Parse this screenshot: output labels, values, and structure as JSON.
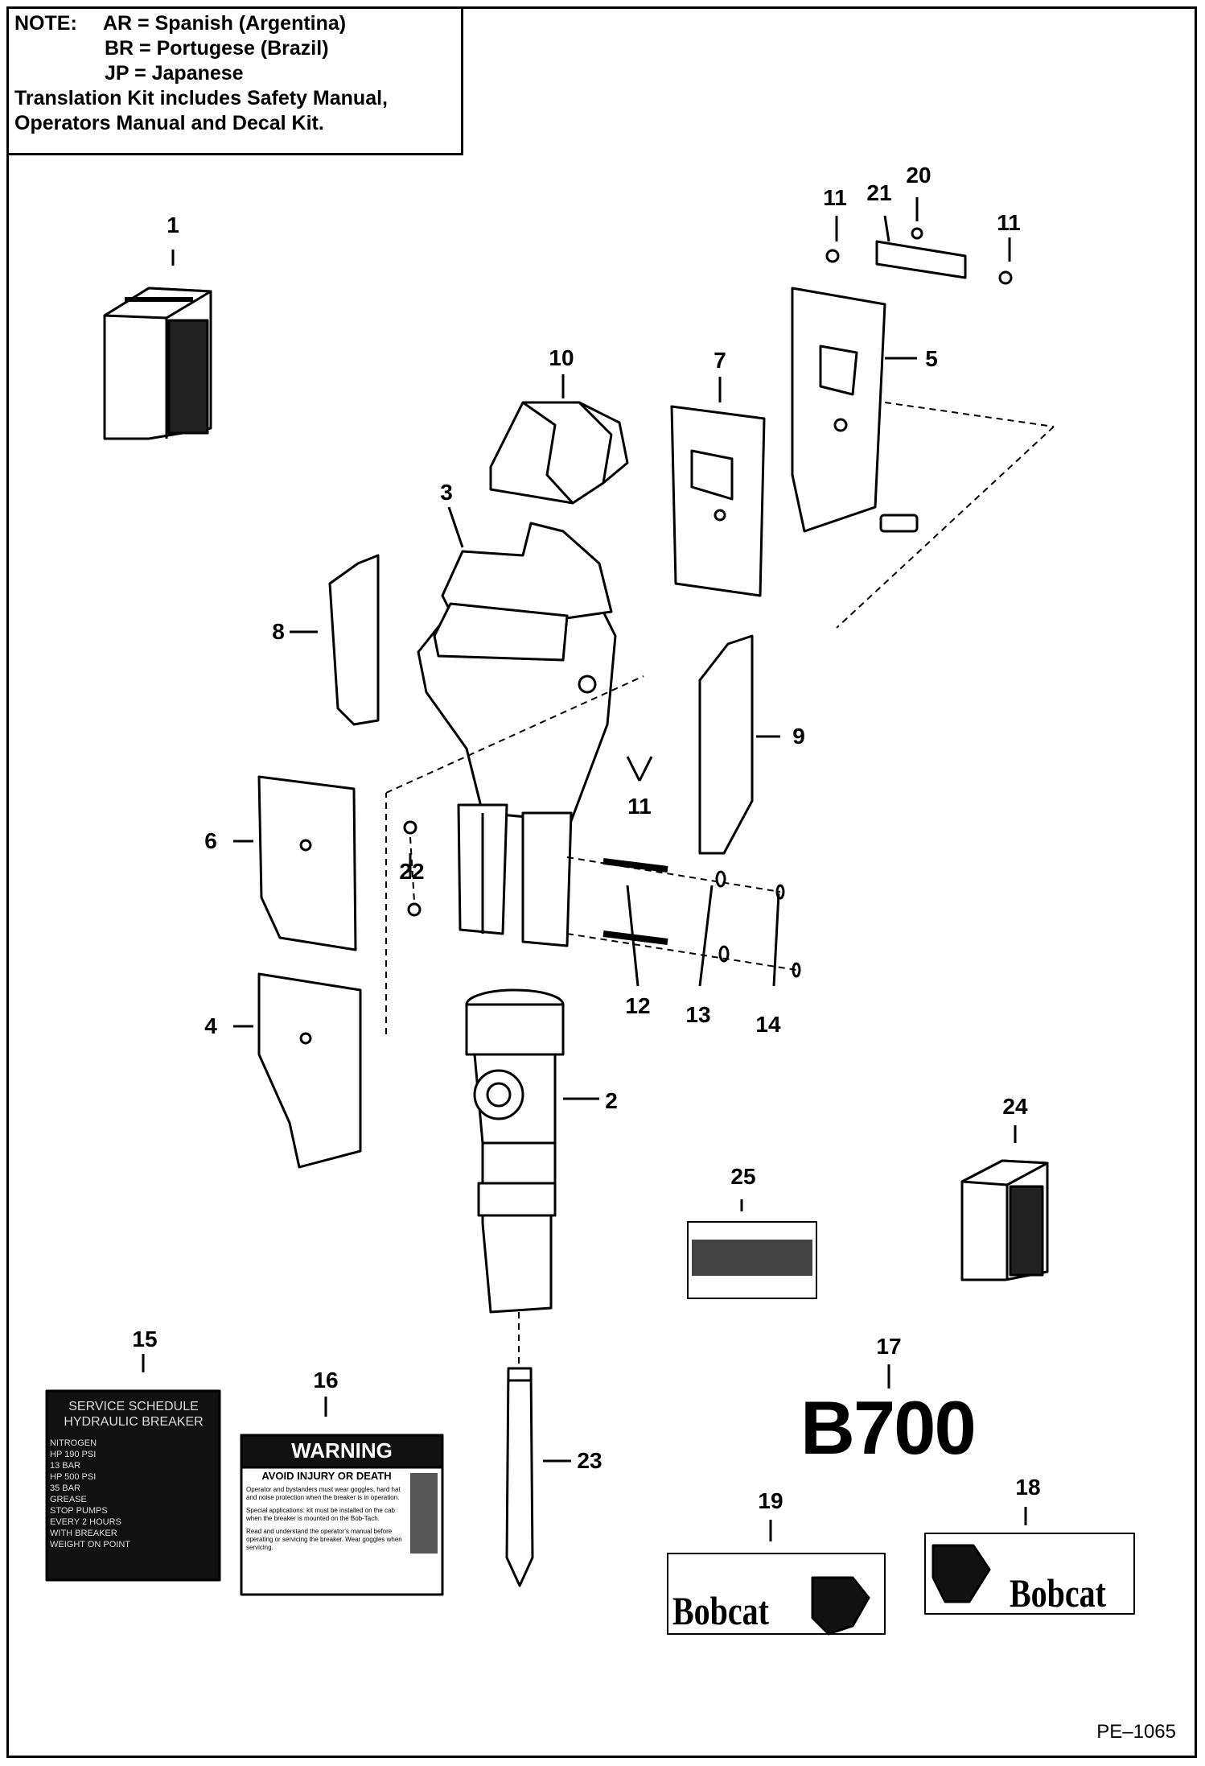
{
  "note": {
    "label": "NOTE:",
    "line1": "AR = Spanish (Argentina)",
    "line2": "BR = Portugese (Brazil)",
    "line3": "JP =  Japanese",
    "line4": "Translation Kit includes Safety Manual,",
    "line5": "Operators Manual and Decal Kit."
  },
  "callouts": [
    "1",
    "2",
    "3",
    "4",
    "5",
    "6",
    "7",
    "8",
    "9",
    "10",
    "11",
    "11",
    "11",
    "12",
    "13",
    "14",
    "15",
    "16",
    "17",
    "18",
    "19",
    "20",
    "21",
    "22",
    "23",
    "24",
    "25"
  ],
  "decals": {
    "service_title1": "SERVICE SCHEDULE",
    "service_title2": "HYDRAULIC BREAKER",
    "service_lines": [
      "NITROGEN",
      "HP 190 PSI",
      "13 BAR",
      "HP 500 PSI",
      "35 BAR",
      "GREASE",
      "STOP PUMPS",
      "EVERY 2 HOURS",
      "WITH BREAKER",
      "WEIGHT ON POINT"
    ],
    "warning_header": "WARNING",
    "warning_title": "AVOID INJURY OR DEATH",
    "warning_lines": [
      "Operator and bystanders must wear goggles, hard hat and noise protection when the breaker is in operation.",
      "Special applications: kit must be installed on the cab when the breaker is mounted on the Bob-Tach.",
      "Read and understand the operator's manual before operating or servicing the breaker. Wear goggles when servicing."
    ],
    "model": "B700",
    "brand": "Bobcat"
  },
  "drawing_number": "PE–1065"
}
